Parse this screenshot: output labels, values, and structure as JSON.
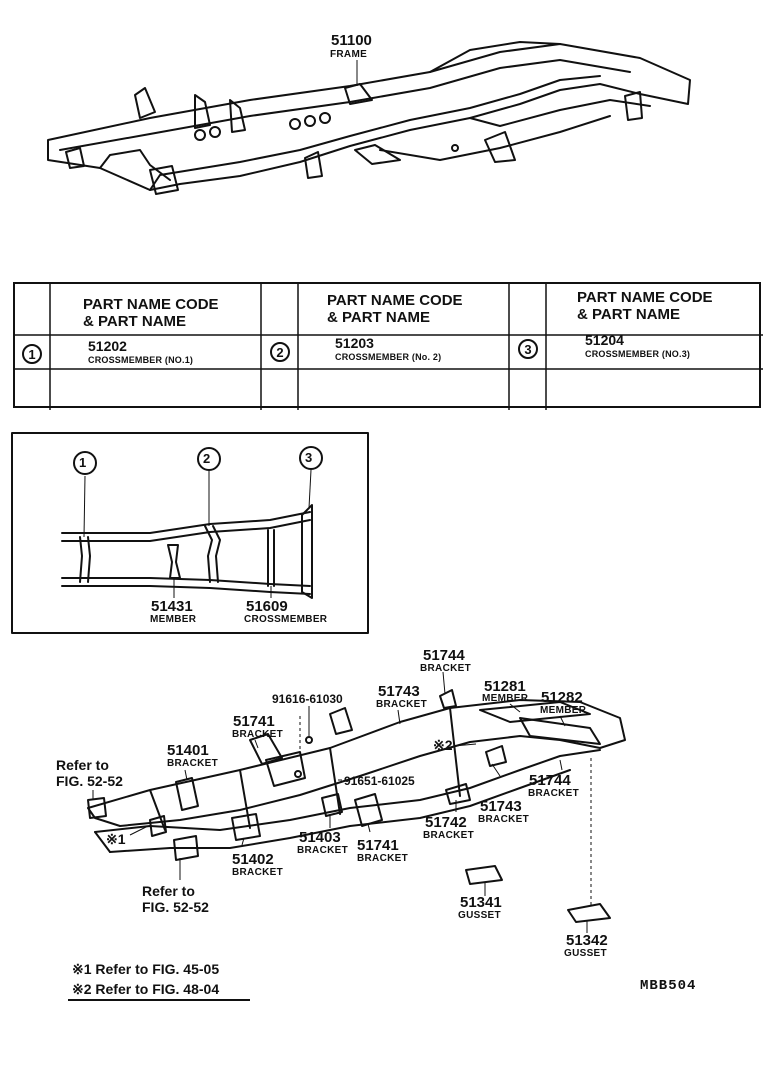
{
  "top_frame": {
    "code": "51100",
    "name": "FRAME"
  },
  "table": {
    "headers": [
      {
        "line1": "PART NAME CODE",
        "line2": "& PART NAME"
      },
      {
        "line1": "PART NAME CODE",
        "line2": "& PART NAME"
      },
      {
        "line1": "PART NAME CODE",
        "line2": "& PART NAME"
      }
    ],
    "rows": [
      {
        "marker": "1",
        "code": "51202",
        "name": "CROSSMEMBER (NO.1)"
      },
      {
        "marker": "2",
        "code": "51203",
        "name": "CROSSMEMBER (No. 2)"
      },
      {
        "marker": "3",
        "code": "51204",
        "name": "CROSSMEMBER (NO.3)"
      }
    ]
  },
  "inset": {
    "markers": [
      "1",
      "2",
      "3"
    ],
    "labels": [
      {
        "code": "51431",
        "name": "MEMBER"
      },
      {
        "code": "51609",
        "name": "CROSSMEMBER"
      }
    ]
  },
  "parts": [
    {
      "code": "51744",
      "name": "BRACKET"
    },
    {
      "code": "51743",
      "name": "BRACKET"
    },
    {
      "code": "51281",
      "name": "MEMBER"
    },
    {
      "code": "51282",
      "name": "MEMBER"
    },
    {
      "code": "91616-61030",
      "name": ""
    },
    {
      "code": "51741",
      "name": "BRACKET"
    },
    {
      "code": "51401",
      "name": "BRACKET"
    },
    {
      "code": "91651-61025",
      "name": ""
    },
    {
      "code": "51744",
      "name": "BRACKET"
    },
    {
      "code": "51743",
      "name": "BRACKET"
    },
    {
      "code": "51742",
      "name": "BRACKET"
    },
    {
      "code": "51403",
      "name": "BRACKET"
    },
    {
      "code": "51741",
      "name": "BRACKET"
    },
    {
      "code": "51402",
      "name": "BRACKET"
    },
    {
      "code": "51341",
      "name": "GUSSET"
    },
    {
      "code": "51342",
      "name": "GUSSET"
    }
  ],
  "refers": {
    "top": {
      "line1": "Refer to",
      "line2": "FIG. 52-52"
    },
    "bottom": {
      "line1": "Refer to",
      "line2": "FIG. 52-52"
    },
    "mark1": "※1",
    "mark2": "※2"
  },
  "notes": [
    "※1 Refer to FIG. 45-05",
    "※2 Refer to FIG. 48-04"
  ],
  "drawing_code": "MBB504"
}
